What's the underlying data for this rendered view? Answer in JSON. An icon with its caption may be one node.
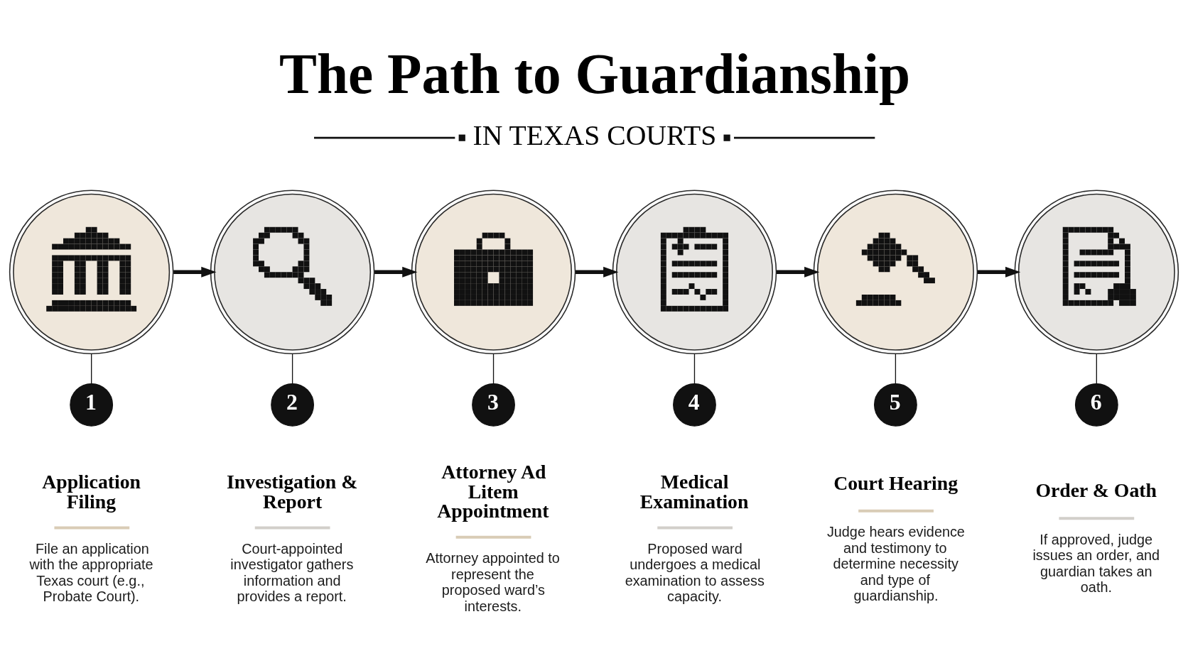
{
  "diagram": {
    "title": "The Path to Guardianship",
    "nodes": [
      {
        "text": [],
        "shape": "picture"
      },
      {
        "text": [
          "1"
        ],
        "beside": [
          "Application Filing",
          "File an application with the appropriate Texas court (e.g., Probate Court)."
        ]
      },
      {
        "text": [],
        "shape": "picture"
      },
      {
        "text": [
          "2"
        ],
        "beside": [
          "Investigation & Report",
          "Court-appointed investigator gathers information and provides a report."
        ]
      },
      {
        "text": [],
        "shape": "picture"
      },
      {
        "text": [
          "3"
        ],
        "beside": [
          "Attorney Ad Litem Appointment",
          "Attorney appointed to represent the proposed ward’s interests."
        ]
      },
      {
        "text": [],
        "shape": "picture"
      },
      {
        "text": [
          "4"
        ],
        "beside": [
          "Medical Examination",
          "Proposed ward undergoes a medical examination to assess capacity."
        ]
      },
      {
        "text": [],
        "shape": "picture"
      },
      {
        "text": [
          "5"
        ],
        "beside": [
          "Court Hearing",
          "Judge hears evidence and testimony to determine necessity and type of guardianship."
        ]
      },
      {
        "text": [],
        "shape": "picture"
      },
      {
        "text": [
          "6"
        ],
        "beside": [
          "Order & Oath",
          "If approved, judge issues an order, and guardian takes an oath."
        ]
      }
    ],
    "edges": [
      {
        "from": 0,
        "to": 2,
        "arrow": "to",
        "style": "thick"
      },
      {
        "from": 2,
        "to": 4,
        "arrow": "to",
        "style": "thick"
      },
      {
        "from": 4,
        "to": 6,
        "arrow": "to",
        "style": "thick"
      },
      {
        "from": 6,
        "to": 8,
        "arrow": "to",
        "style": "thick"
      },
      {
        "from": 8,
        "to": 10,
        "arrow": "to",
        "style": "thick"
      },
      {
        "from": 0,
        "to": 1,
        "arrow": "none"
      },
      {
        "from": 2,
        "to": 3,
        "arrow": "none"
      },
      {
        "from": 4,
        "to": 5,
        "arrow": "none"
      },
      {
        "from": 6,
        "to": 7,
        "arrow": "none"
      },
      {
        "from": 8,
        "to": 9,
        "arrow": "none"
      },
      {
        "from": 10,
        "to": 11,
        "arrow": "none"
      }
    ],
    "labels": [
      "IN TEXAS COURTS"
    ]
  }
}
